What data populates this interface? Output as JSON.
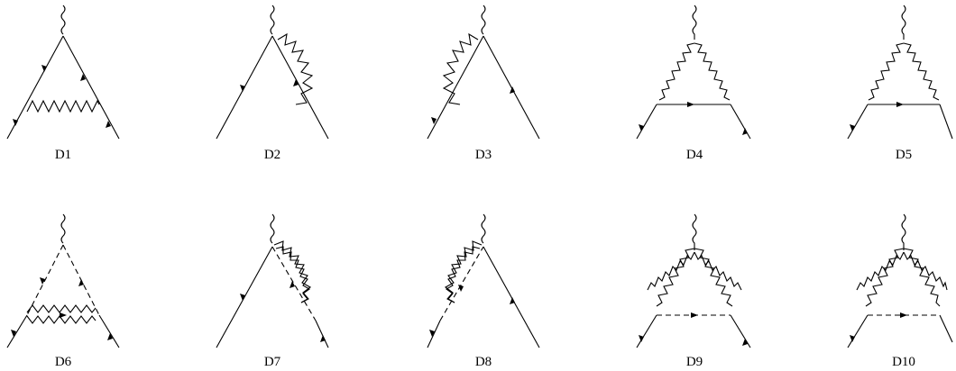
{
  "colors": {
    "line": "#000000",
    "background": "#ffffff"
  },
  "diagrams": [
    {
      "id": "D1",
      "label": "D1",
      "kind": "vertex-correction",
      "boson": "photon-wavy",
      "internal_exchange": "zigzag",
      "fermion_style": "solid"
    },
    {
      "id": "D2",
      "label": "D2",
      "kind": "self-energy-outgoing-leg",
      "boson": "photon-wavy",
      "internal_exchange": "zigzag",
      "fermion_style": "solid"
    },
    {
      "id": "D3",
      "label": "D3",
      "kind": "self-energy-incoming-leg",
      "boson": "photon-wavy",
      "internal_exchange": "zigzag",
      "fermion_style": "solid"
    },
    {
      "id": "D4",
      "label": "D4",
      "kind": "triangle-loop",
      "boson": "photon-wavy",
      "internal_exchange": "wavy-zigzag",
      "fermion_style": "solid"
    },
    {
      "id": "D5",
      "label": "D5",
      "kind": "triangle-loop",
      "boson": "photon-wavy",
      "internal_exchange": "wavy-zigzag",
      "fermion_style": "solid"
    },
    {
      "id": "D6",
      "label": "D6",
      "kind": "vertex-correction",
      "boson": "photon-wavy",
      "internal_exchange": "double-zigzag",
      "fermion_style": "dashed"
    },
    {
      "id": "D7",
      "label": "D7",
      "kind": "self-energy-outgoing-leg",
      "boson": "photon-wavy",
      "internal_exchange": "double-zigzag",
      "fermion_style": "dashed"
    },
    {
      "id": "D8",
      "label": "D8",
      "kind": "self-energy-incoming-leg",
      "boson": "photon-wavy",
      "internal_exchange": "double-zigzag",
      "fermion_style": "dashed"
    },
    {
      "id": "D9",
      "label": "D9",
      "kind": "triangle-loop",
      "boson": "photon-wavy",
      "internal_exchange": "double-zigzag",
      "fermion_style": "dashed"
    },
    {
      "id": "D10",
      "label": "D10",
      "kind": "triangle-loop",
      "boson": "photon-wavy",
      "internal_exchange": "double-zigzag",
      "fermion_style": "dashed"
    }
  ]
}
